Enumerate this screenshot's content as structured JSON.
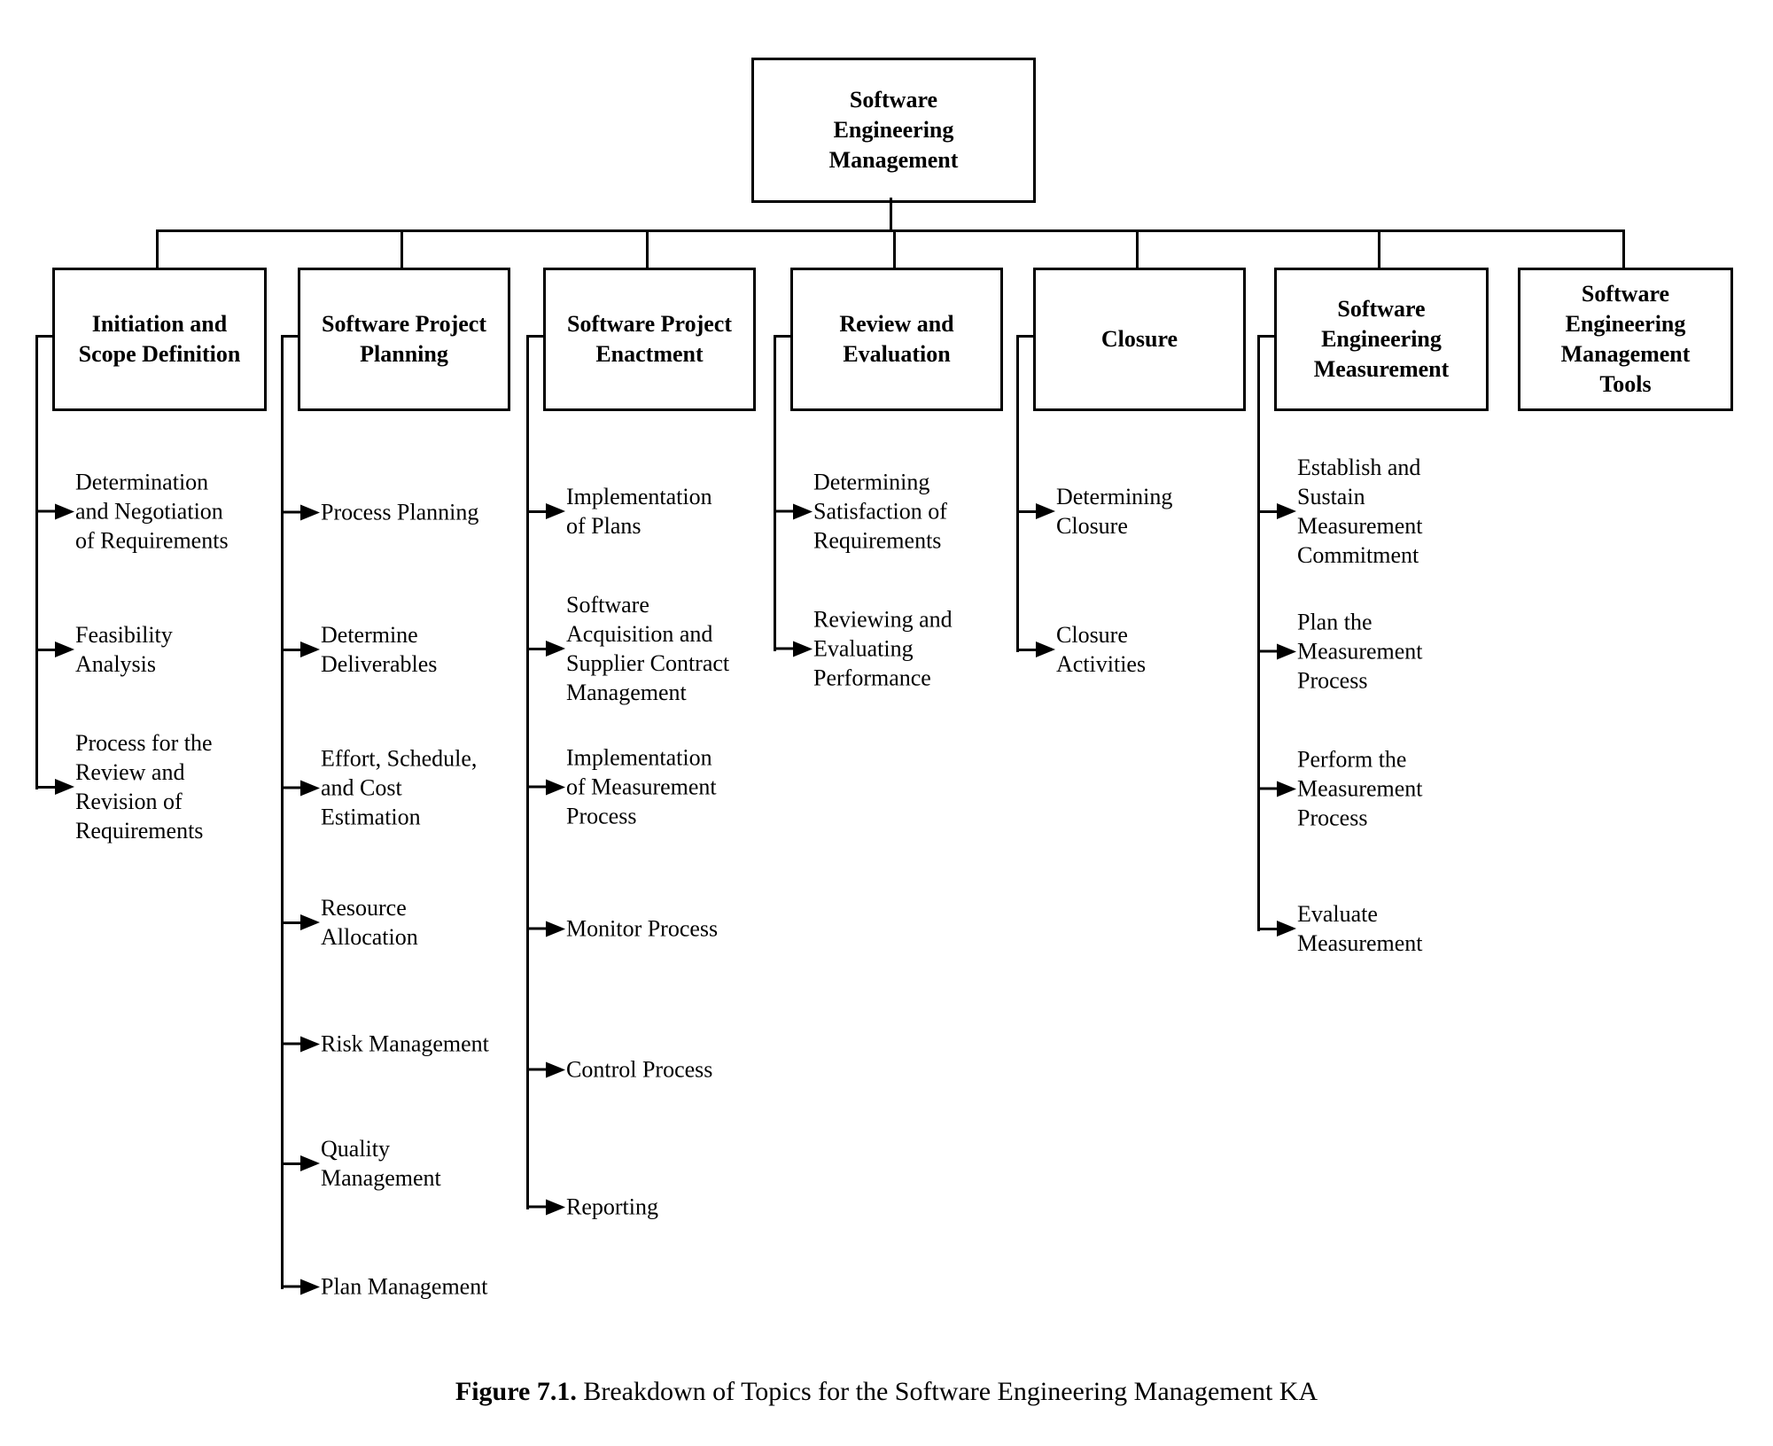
{
  "root": {
    "title": "Software\nEngineering\nManagement"
  },
  "categories": [
    {
      "title": "Initiation and\nScope Definition",
      "items": [
        "Determination\nand Negotiation\nof Requirements",
        "Feasibility\nAnalysis",
        "Process for the\nReview and\nRevision of\nRequirements"
      ]
    },
    {
      "title": "Software Project\nPlanning",
      "items": [
        "Process Planning",
        "Determine\nDeliverables",
        "Effort, Schedule,\nand Cost\nEstimation",
        "Resource\nAllocation",
        "Risk Management",
        "Quality\nManagement",
        "Plan Management"
      ]
    },
    {
      "title": "Software Project\nEnactment",
      "items": [
        "Implementation\nof Plans",
        "Software\nAcquisition and\nSupplier Contract\nManagement",
        "Implementation\nof Measurement\nProcess",
        "Monitor Process",
        "Control Process",
        "Reporting"
      ]
    },
    {
      "title": "Review and\nEvaluation",
      "items": [
        "Determining\nSatisfaction of\nRequirements",
        "Reviewing and\nEvaluating\nPerformance"
      ]
    },
    {
      "title": "Closure",
      "items": [
        "Determining\nClosure",
        "Closure\nActivities"
      ]
    },
    {
      "title": "Software\nEngineering\nMeasurement",
      "items": [
        "Establish and\nSustain\nMeasurement\nCommitment",
        "Plan the\nMeasurement\nProcess",
        "Perform the\nMeasurement\nProcess",
        "Evaluate\nMeasurement"
      ]
    },
    {
      "title": "Software\nEngineering\nManagement\nTools",
      "items": []
    }
  ],
  "caption": {
    "label": "Figure 7.1.",
    "text": " Breakdown of Topics for the Software Engineering Management KA"
  }
}
